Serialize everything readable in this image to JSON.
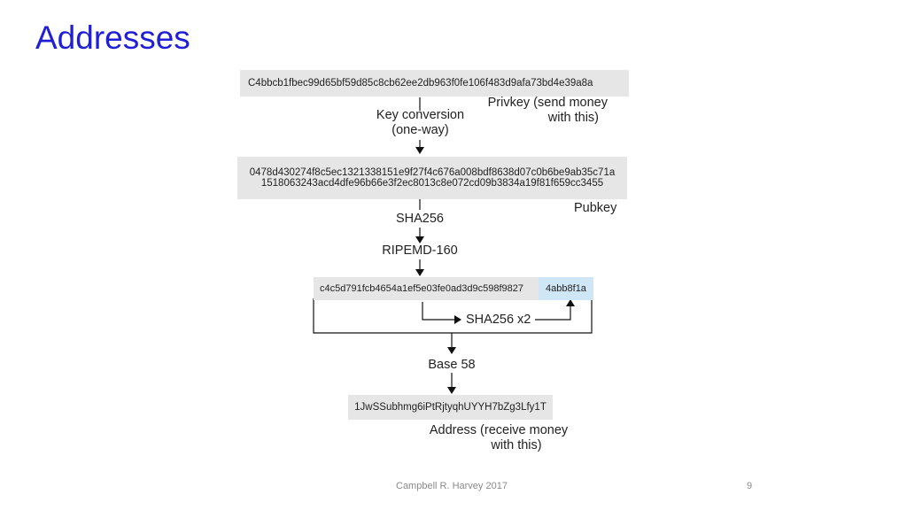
{
  "slide": {
    "title": "Addresses",
    "footer": "Campbell R. Harvey 2017",
    "page_number": "9"
  },
  "diagram": {
    "private_key": {
      "value": "C4bbcb1fbec99d65bf59d85c8cb62ee2db963f0fe106f483d9afa73bd4e39a8a",
      "label_line1": "Privkey (send money",
      "label_line2": "with this)"
    },
    "key_conversion": {
      "line1": "Key conversion",
      "line2": "(one-way)"
    },
    "public_key": {
      "line1": "0478d430274f8c5ec1321338151e9f27f4c676a008bdf8638d07c0b6be9ab35c71a",
      "line2": "1518063243acd4dfe96b66e3f2ec8013c8e072cd09b3834a19f81f659cc3455",
      "label": "Pubkey"
    },
    "step_sha256": "SHA256",
    "step_ripemd": "RIPEMD-160",
    "hash": {
      "value": "c4c5d791fcb4654a1ef5e03fe0ad3d9c598f9827",
      "checksum": "4abb8f1a"
    },
    "step_sha256_x2": "SHA256 x2",
    "step_base58": "Base 58",
    "address": {
      "value": "1JwSSubhmg6iPtRjtyqhUYYH7bZg3Lfy1T",
      "label_line1": "Address (receive money",
      "label_line2": "with this)"
    },
    "colors": {
      "box": "#e6e6e6",
      "checksum": "#cfe6f7",
      "title": "#1f1fd6"
    }
  }
}
